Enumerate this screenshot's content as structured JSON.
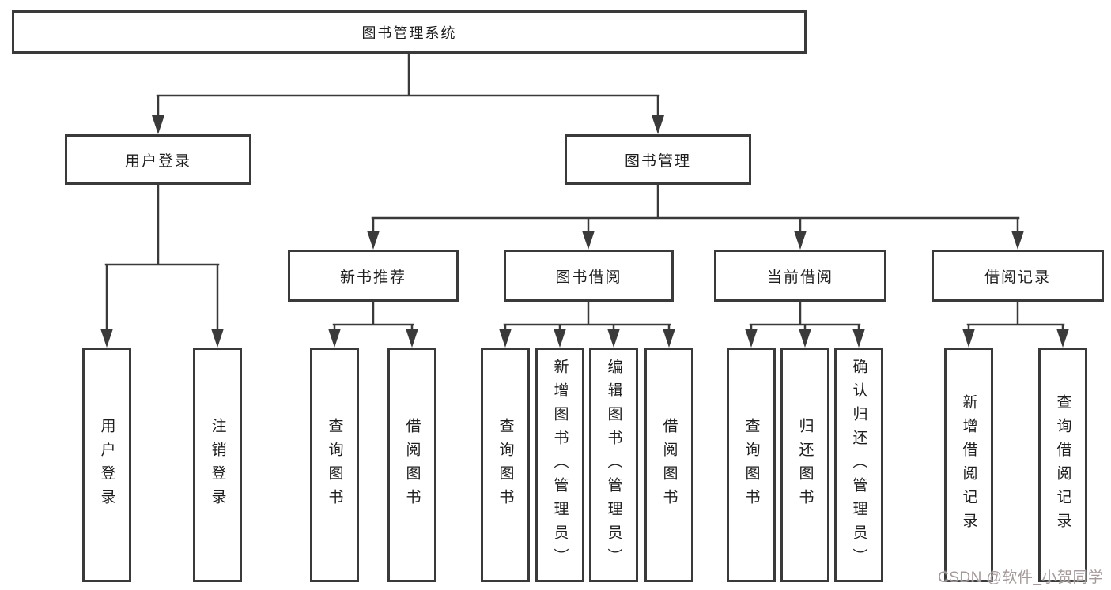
{
  "nodes": {
    "root": {
      "label": "图书管理系统"
    },
    "level2": [
      {
        "label": "用户登录"
      },
      {
        "label": "图书管理"
      }
    ],
    "level3": [
      {
        "label": "新书推荐"
      },
      {
        "label": "图书借阅"
      },
      {
        "label": "当前借阅"
      },
      {
        "label": "借阅记录"
      }
    ],
    "leaves": [
      {
        "label": "用户登录"
      },
      {
        "label": "注销登录"
      },
      {
        "label": "查询图书"
      },
      {
        "label": "借阅图书"
      },
      {
        "label": "查询图书"
      },
      {
        "label": "新增图书（管理员）"
      },
      {
        "label": "编辑图书（管理员）"
      },
      {
        "label": "借阅图书"
      },
      {
        "label": "查询图书"
      },
      {
        "label": "归还图书"
      },
      {
        "label": "确认归还（管理员）"
      },
      {
        "label": "新增借阅记录"
      },
      {
        "label": "查询借阅记录"
      }
    ]
  },
  "watermark": {
    "text": "CSDN @软件_小贺同学"
  },
  "colors": {
    "line": "#3a3a3a",
    "box_border": "#3a3a3a",
    "text": "#1e1e1e",
    "watermark": "#a59a9a",
    "background": "#ffffff"
  }
}
